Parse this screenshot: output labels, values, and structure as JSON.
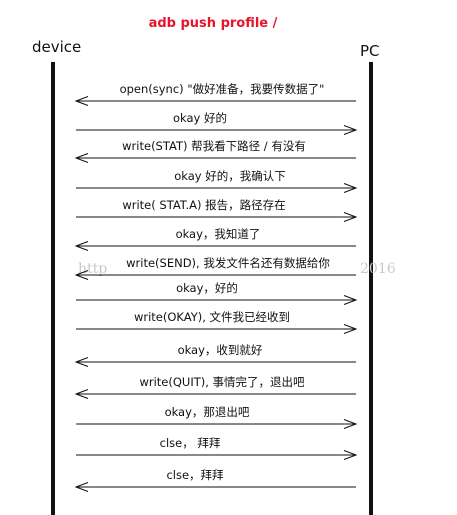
{
  "title": "adb push profile /",
  "actors": {
    "left": "device",
    "right": "PC"
  },
  "watermark": {
    "left": "http",
    "right": "2016"
  },
  "messages": [
    {
      "label": "open(sync) \"做好准备，我要传数据了\"",
      "direction": "to-device"
    },
    {
      "label": "okay 好的",
      "direction": "to-pc"
    },
    {
      "label": "write(STAT) 帮我看下路径 / 有没有",
      "direction": "to-device"
    },
    {
      "label": "okay 好的，我确认下",
      "direction": "to-pc"
    },
    {
      "label": "write( STAT.A) 报告，路径存在",
      "direction": "to-pc"
    },
    {
      "label": "okay，我知道了",
      "direction": "to-device"
    },
    {
      "label": "write(SEND), 我发文件名还有数据给你",
      "direction": "to-device"
    },
    {
      "label": "okay，好的",
      "direction": "to-pc"
    },
    {
      "label": "write(OKAY), 文件我已经收到",
      "direction": "to-pc"
    },
    {
      "label": "okay，收到就好",
      "direction": "to-device"
    },
    {
      "label": "write(QUIT), 事情完了，退出吧",
      "direction": "to-device"
    },
    {
      "label": "okay，那退出吧",
      "direction": "to-pc"
    },
    {
      "label": "clse，  拜拜",
      "direction": "to-pc"
    },
    {
      "label": "clse，拜拜",
      "direction": "to-device"
    }
  ]
}
